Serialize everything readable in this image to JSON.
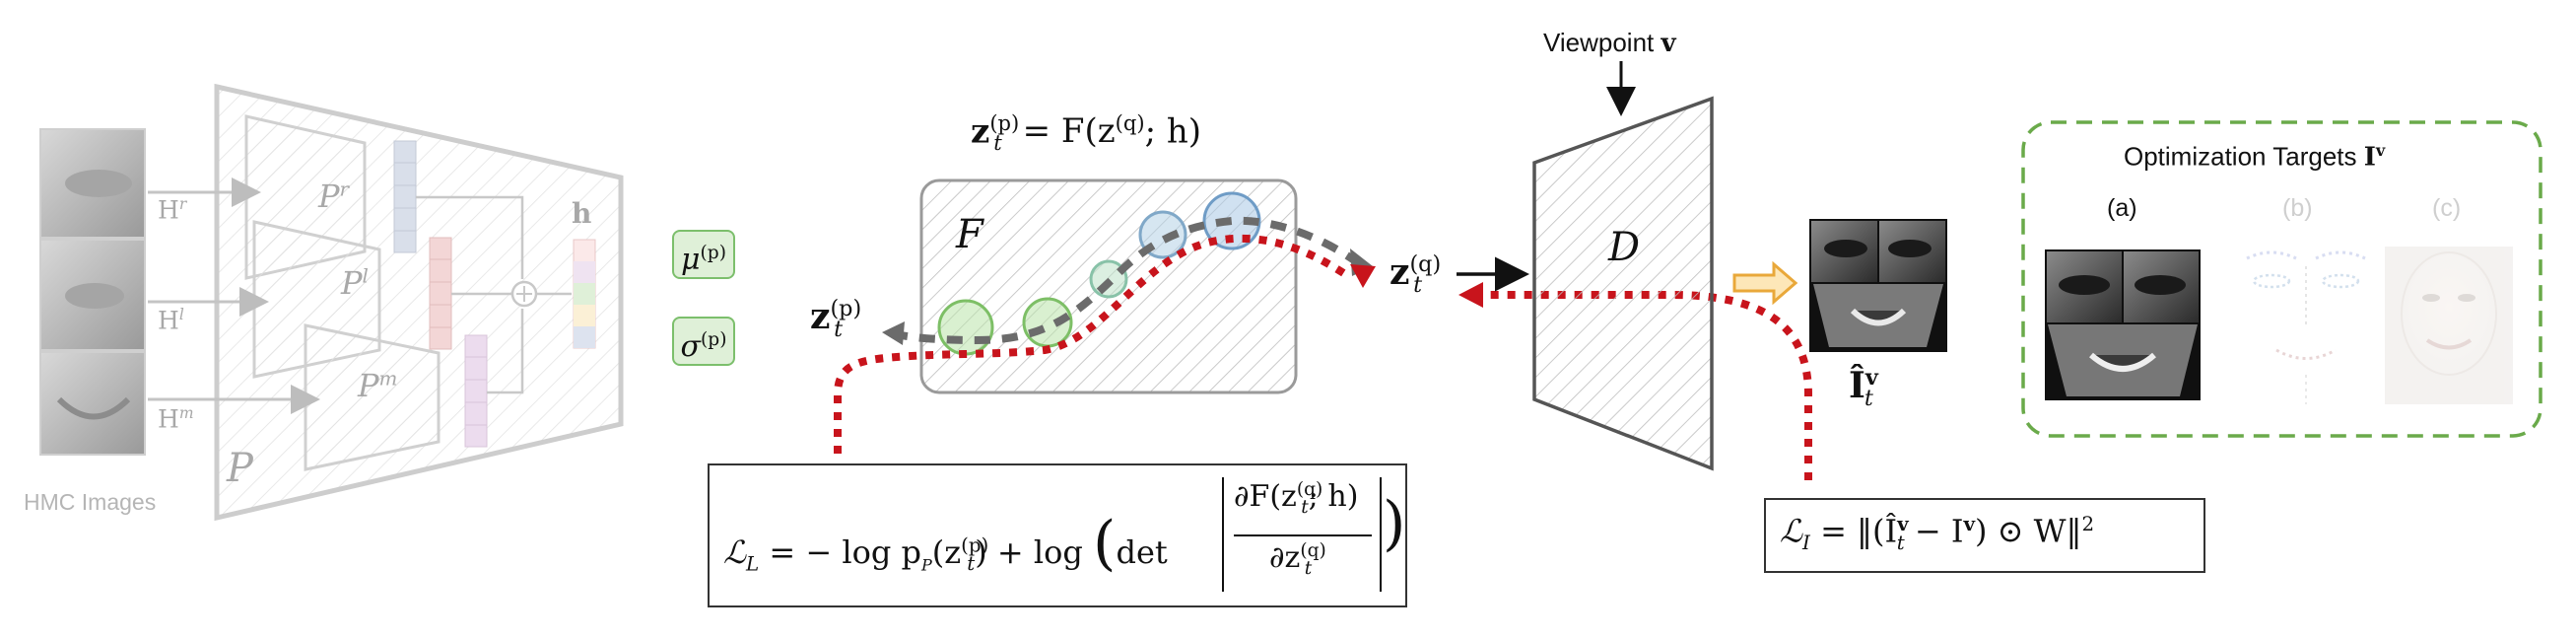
{
  "hmc": {
    "images_label": "HMC Images",
    "inputs": [
      "H",
      "H",
      "H"
    ],
    "input_sup": [
      "r",
      "l",
      "m"
    ],
    "encoder_label": "P",
    "sub_encoders": [
      "P",
      "P",
      "P"
    ],
    "sub_encoder_sup": [
      "r",
      "l",
      "m"
    ],
    "h_label": "h"
  },
  "latent": {
    "mu": "μ",
    "sigma": "σ",
    "sup": "(p)"
  },
  "flow": {
    "equation_lhs": "z",
    "equation_lhs_sub": "t",
    "equation_lhs_sup": "(p)",
    "equation_rhs": "= F(z",
    "equation_rhs_sup": "(q)",
    "equation_rhs_tail": "; h)",
    "box_label": "F",
    "zp": "z",
    "zp_sub": "t",
    "zp_sup": "(p)",
    "zq": "z",
    "zq_sub": "t",
    "zq_sup": "(q)"
  },
  "loss_L": {
    "lhs": "ℒ",
    "lhs_sub": "L",
    "body": "= − log p",
    "p_sub": "P",
    "arg": "(z",
    "arg_sup": "(p)",
    "arg_sub": "t",
    "plus_log": ") + log",
    "det": "det",
    "numer": "∂F(z",
    "numer_sup": "(q)",
    "numer_sub": "t",
    "numer_tail": "; h)",
    "denom": "∂z",
    "denom_sup": "(q)",
    "denom_sub": "t"
  },
  "decoder": {
    "viewpoint_label": "Viewpoint",
    "viewpoint_symbol": "v",
    "label": "D",
    "output_symbol": "Î",
    "output_sub": "t",
    "output_sup": "v"
  },
  "loss_I": {
    "lhs": "ℒ",
    "lhs_sub": "I",
    "body_open": "= ‖(Î",
    "hat_sup": "v",
    "hat_sub": "t",
    "minus": "− I",
    "i_sup": "v",
    "tail": ") ⊙ W‖",
    "power": "2"
  },
  "targets": {
    "title": "Optimization Targets",
    "title_symbol": "I",
    "title_sup": "v",
    "panels": [
      "(a)",
      "(b)",
      "(c)"
    ]
  },
  "colors": {
    "red_path": "#c8141c",
    "gray_path": "#6b6b6b",
    "green_dash": "#6aaa4a",
    "orange_arrow": "#f0b040",
    "hatch": "#c4c4c4"
  }
}
